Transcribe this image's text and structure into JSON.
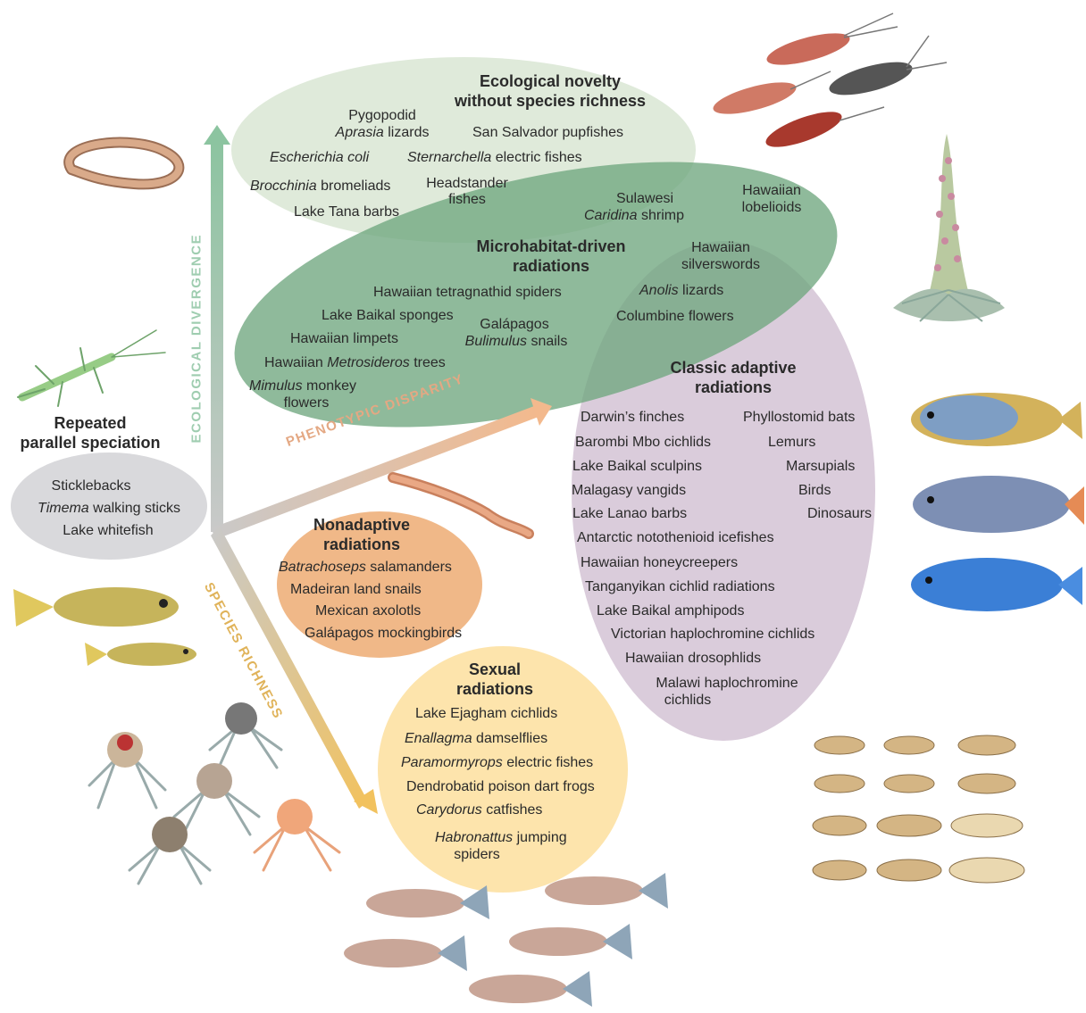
{
  "axes": {
    "ecological_divergence": "ECOLOGICAL DIVERGENCE",
    "phenotypic_disparity": "PHENOTYPIC DISPARITY",
    "species_richness": "SPECIES RICHNESS"
  },
  "colors": {
    "novelty": "#dde9d8",
    "microhabitat": "#6fa67f",
    "classic": "#d8c9d9",
    "parallel": "#d9d9dc",
    "nonadaptive": "#efb482",
    "sexual": "#fde3a8",
    "eco_arrow": "#8cc4a0",
    "pheno_arrow": "#f3b98d",
    "species_arrow": "#f2c25e"
  },
  "groups": {
    "novelty": {
      "title_1": "Ecological novelty",
      "title_2": "without species richness",
      "pygopodid_1": "Pygopodid",
      "aprasia": "Aprasia",
      "aprasia_rest": " lizards",
      "san_salvador": "San Salvador pupfishes",
      "ecoli": "Escherichia coli",
      "sternarchella": "Sternarchella",
      "sternarchella_rest": " electric fishes",
      "brocchinia": "Brocchinia",
      "brocchinia_rest": " bromeliads",
      "headstander_1": "Headstander",
      "headstander_2": "fishes",
      "tana": "Lake Tana barbs"
    },
    "microhabitat": {
      "title_1": "Microhabitat-driven",
      "title_2": "radiations",
      "sulawesi_1": "Sulawesi",
      "caridina": "Caridina",
      "caridina_rest": " shrimp",
      "lobelioids_1": "Hawaiian",
      "lobelioids_2": "lobelioids",
      "spiders": "Hawaiian tetragnathid spiders",
      "sponges": "Lake Baikal sponges",
      "galapagos": "Galápagos",
      "bulimulus": "Bulimulus",
      "bulimulus_rest": " snails",
      "limpets": "Hawaiian limpets",
      "metrosideros_pre": "Hawaiian ",
      "metrosideros": "Metrosideros",
      "metrosideros_rest": " trees",
      "mimulus": "Mimulus",
      "mimulus_rest": " monkey",
      "mimulus_2": "flowers"
    },
    "overlap": {
      "silverswords_1": "Hawaiian",
      "silverswords_2": "silverswords",
      "anolis": "Anolis",
      "anolis_rest": " lizards",
      "columbine": "Columbine flowers"
    },
    "classic": {
      "title_1": "Classic adaptive",
      "title_2": "radiations",
      "items_left": [
        "Darwin’s finches",
        "Barombi Mbo cichlids",
        "Lake Baikal sculpins",
        "Malagasy vangids",
        "Lake Lanao barbs"
      ],
      "items_right": [
        "Phyllostomid bats",
        "Lemurs",
        "Marsupials",
        "Birds",
        "Dinosaurs"
      ],
      "items_lower": [
        "Antarctic notothenioid icefishes",
        "Hawaiian honeycreepers",
        "Tanganyikan cichlid radiations",
        "Lake Baikal amphipods",
        "Victorian haplochromine cichlids",
        "Hawaiian drosophlids",
        "Malawi haplochromine",
        "cichlids"
      ]
    },
    "parallel": {
      "title_1": "Repeated",
      "title_2": "parallel speciation",
      "sticklebacks": "Sticklebacks",
      "timema": "Timema",
      "timema_rest": " walking sticks",
      "whitefish": "Lake whitefish"
    },
    "nonadaptive": {
      "title_1": "Nonadaptive",
      "title_2": "radiations",
      "batrachoseps": "Batrachoseps",
      "batrachoseps_rest": " salamanders",
      "snails": "Madeiran land snails",
      "axolotls": "Mexican axolotls",
      "mockingbirds": "Galápagos mockingbirds"
    },
    "sexual": {
      "title_1": "Sexual",
      "title_2": "radiations",
      "ejagham": "Lake Ejagham cichlids",
      "enallagma": "Enallagma",
      "enallagma_rest": " damselflies",
      "paramormyrops": "Paramormyrops",
      "paramormyrops_rest": " electric fishes",
      "dendrobatid": "Dendrobatid poison dart frogs",
      "carydorus": "Carydorus",
      "carydorus_rest": " catfishes",
      "habronattus": "Habronattus",
      "habronattus_rest": "  jumping",
      "habronattus_2": "spiders"
    }
  }
}
